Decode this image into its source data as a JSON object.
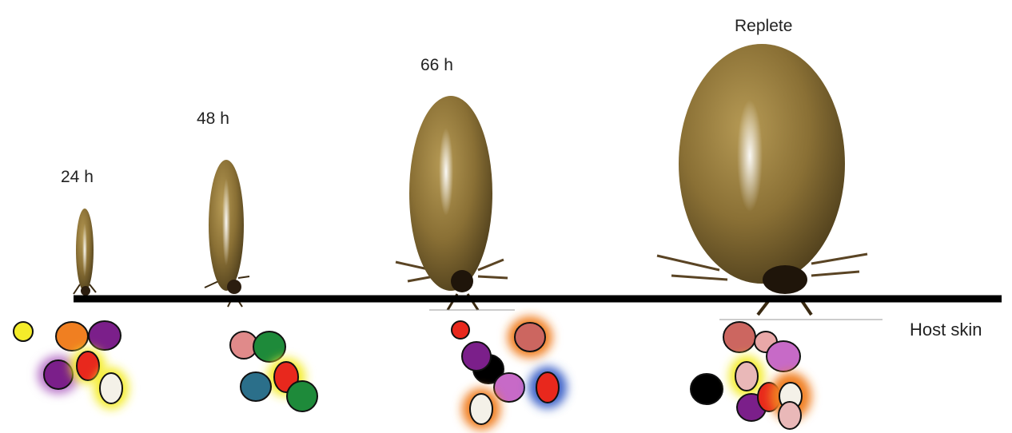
{
  "labels": {
    "t24": "24 h",
    "t48": "48 h",
    "t66": "66 h",
    "replete": "Replete",
    "host_skin": "Host skin"
  },
  "colors": {
    "tick_body": "#7a6432",
    "tick_shine": "#f4efe2",
    "skin_line": "#000000",
    "orange": "#f07f21",
    "purple": "#7b1f8a",
    "red": "#e8281d",
    "yellow": "#f4ec2a",
    "pink": "#e08a8a",
    "green": "#1e8a3a",
    "teal": "#2b6f8a",
    "rose": "#cc6660",
    "magenta": "#c76ac7",
    "white": "#f4f1e8",
    "black": "#000000"
  }
}
